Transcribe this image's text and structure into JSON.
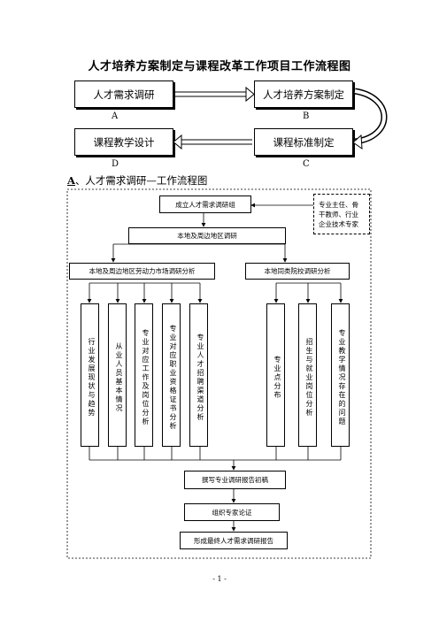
{
  "title": "人才培养方案制定与课程改革工作项目工作流程图",
  "top_flow": {
    "box_a": "人才需求调研",
    "box_b": "人才培养方案制定",
    "box_c": "课程标准制定",
    "box_d": "课程教学设计",
    "label_a": "A",
    "label_b": "B",
    "label_c": "C",
    "label_d": "D"
  },
  "section": {
    "letter": "A",
    "text": "、人才需求调研—工作流程图"
  },
  "flow": {
    "group": "成立人才需求调研组",
    "experts": "专业主任、骨干教师、行业企业技术专家",
    "local": "本地及周边地区调研",
    "left_branch": "本地及周边地区劳动力市场调研分析",
    "right_branch": "本地同类院校调研分析",
    "left_cols": [
      "行业发展现状与趋势",
      "从业人员基本情况",
      "专业对应工作及岗位分析",
      "专业对应职业资格证书分析",
      "专业人才招聘渠道分析"
    ],
    "right_cols": [
      "专业点分布",
      "招生与就业岗位分析",
      "专业教学情况存在的问题"
    ],
    "draft": "撰写专业调研报告初稿",
    "review": "组织专家论证",
    "final": "形成最终人才需求调研报告"
  },
  "page_number": "- 1 -"
}
